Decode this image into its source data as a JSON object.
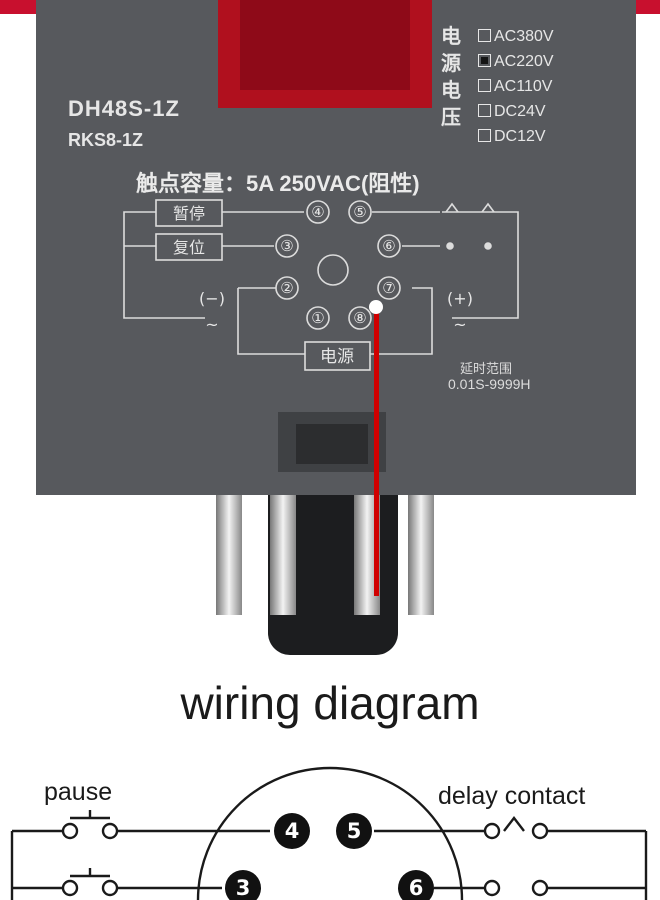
{
  "device": {
    "model_line1": "DH48S-1Z",
    "model_line2": "RKS8-1Z",
    "contact_capacity": "触点容量：5A 250VAC(阻性)",
    "voltage_heading": [
      "电",
      "源",
      "电",
      "压"
    ],
    "voltage_options": [
      {
        "label": "AC380V",
        "checked": false
      },
      {
        "label": "AC220V",
        "checked": true
      },
      {
        "label": "AC110V",
        "checked": false
      },
      {
        "label": "DC24V",
        "checked": false
      },
      {
        "label": "DC12V",
        "checked": false
      }
    ],
    "pause_box": "暂停",
    "reset_box": "复位",
    "power_box": "电源",
    "neg_label": "(−)",
    "pos_label": "(+)",
    "tilde": "~",
    "pin_numbers": [
      "①",
      "②",
      "③",
      "④",
      "⑤",
      "⑥",
      "⑦",
      "⑧"
    ],
    "delay_range_label": "延时范围",
    "delay_range_value": "0.01S-9999H",
    "colors": {
      "housing": "#57595d",
      "accent_red": "#c8102e",
      "needle": "#d00000"
    }
  },
  "diagram": {
    "title": "wiring diagram",
    "pause_label": "pause",
    "delay_contact_label": "delay contact",
    "pins_visible": [
      "4",
      "5",
      "3",
      "6"
    ]
  }
}
